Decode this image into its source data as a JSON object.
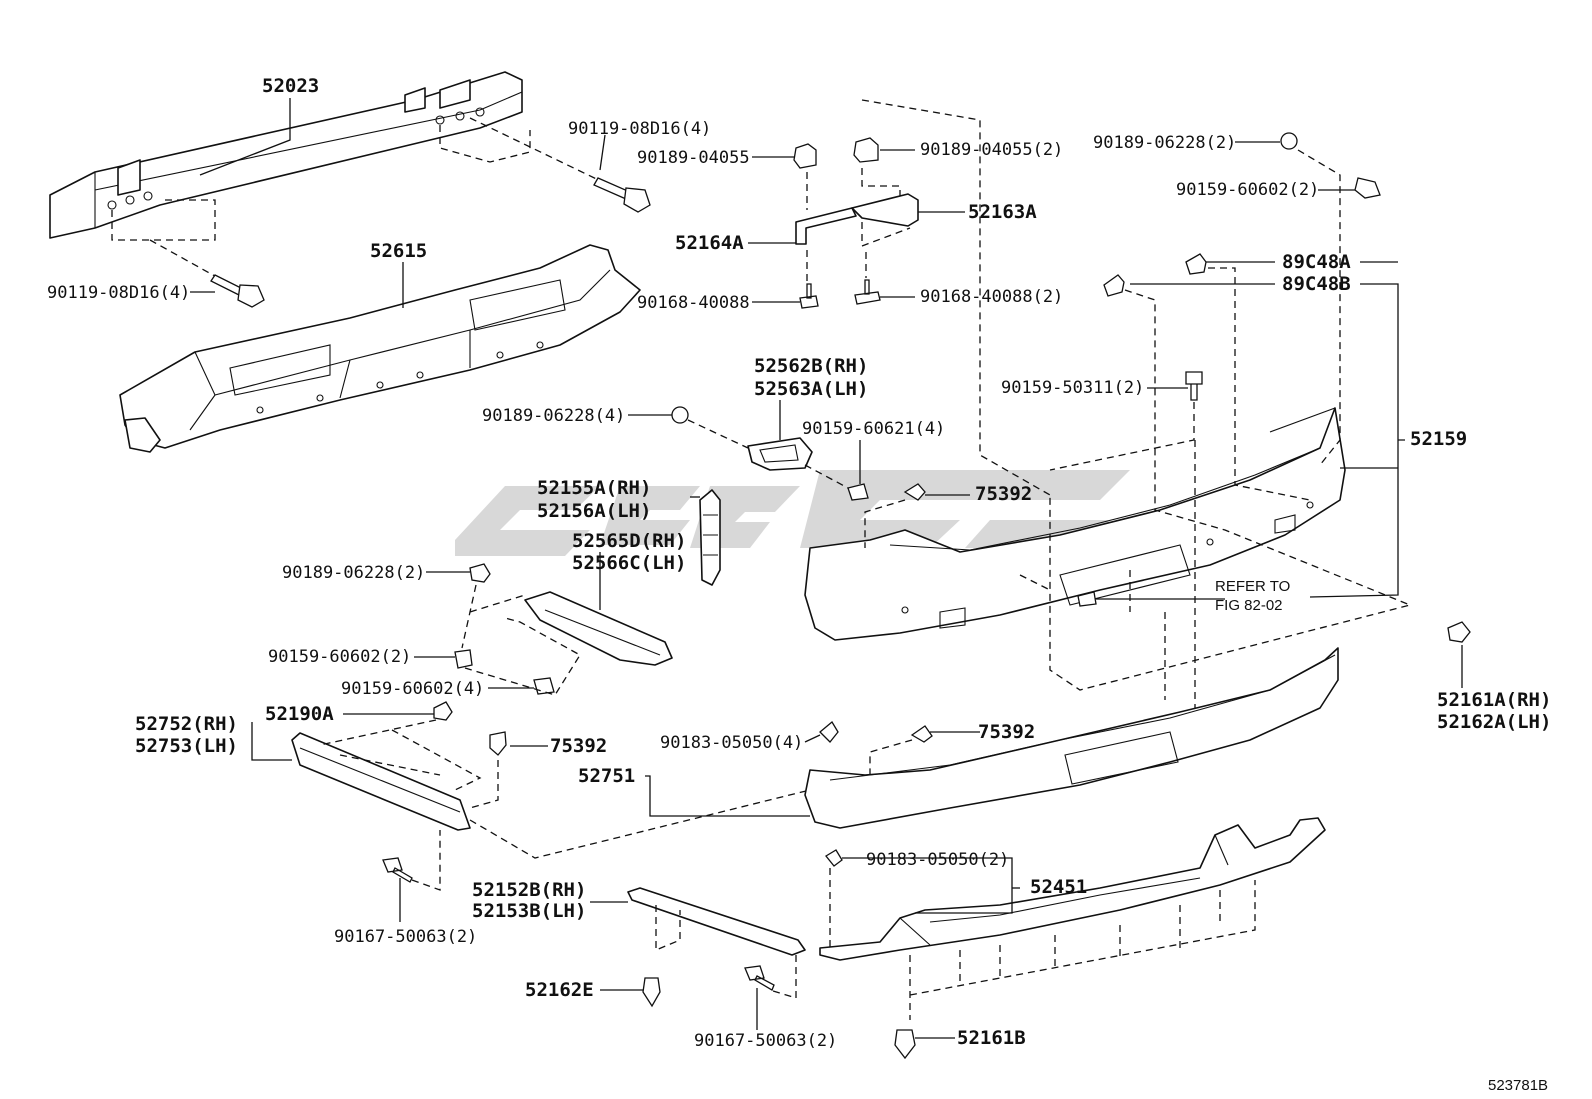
{
  "diagram_id": "523781B",
  "labels": {
    "p52023": "52023",
    "p90119_top": "90119-08D16(4)",
    "p90119_left": "90119-08D16(4)",
    "p52615": "52615",
    "p90189_04055_a": "90189-04055",
    "p90189_04055_b": "90189-04055(2)",
    "p52163A": "52163A",
    "p52164A": "52164A",
    "p90168_a": "90168-40088",
    "p90168_b": "90168-40088(2)",
    "p90189_06228_top": "90189-06228(2)",
    "p90159_60602_top": "90159-60602(2)",
    "p89C48B": "89C48B",
    "p89C48A": "89C48A",
    "p90159_50311": "90159-50311(2)",
    "p52159": "52159",
    "p52562B": "52562B(RH)",
    "p52563A": "52563A(LH)",
    "p90189_06228_mid": "90189-06228(4)",
    "p90159_60621": "90159-60621(4)",
    "p75392_a": "75392",
    "p52155A": "52155A(RH)",
    "p52156A": "52156A(LH)",
    "p52565D": "52565D(RH)",
    "p52566C": "52566C(LH)",
    "p90189_06228_left": "90189-06228(2)",
    "p90159_60602_left": "90159-60602(2)",
    "p90159_60602_4": "90159-60602(4)",
    "refer1": "REFER TO",
    "refer2": "FIG 82-02",
    "p52752": "52752(RH)",
    "p52753": "52753(LH)",
    "p52190A": "52190A",
    "p75392_b": "75392",
    "p90183_4": "90183-05050(4)",
    "p75392_c": "75392",
    "p52751": "52751",
    "p52161A": "52161A(RH)",
    "p52162A": "52162A(LH)",
    "p90183_2": "90183-05050(2)",
    "p52451": "52451",
    "p52152B": "52152B(RH)",
    "p52153B": "52153B(LH)",
    "p90167_a": "90167-50063(2)",
    "p90167_b": "90167-50063(2)",
    "p52162E": "52162E",
    "p52161B": "52161B"
  }
}
